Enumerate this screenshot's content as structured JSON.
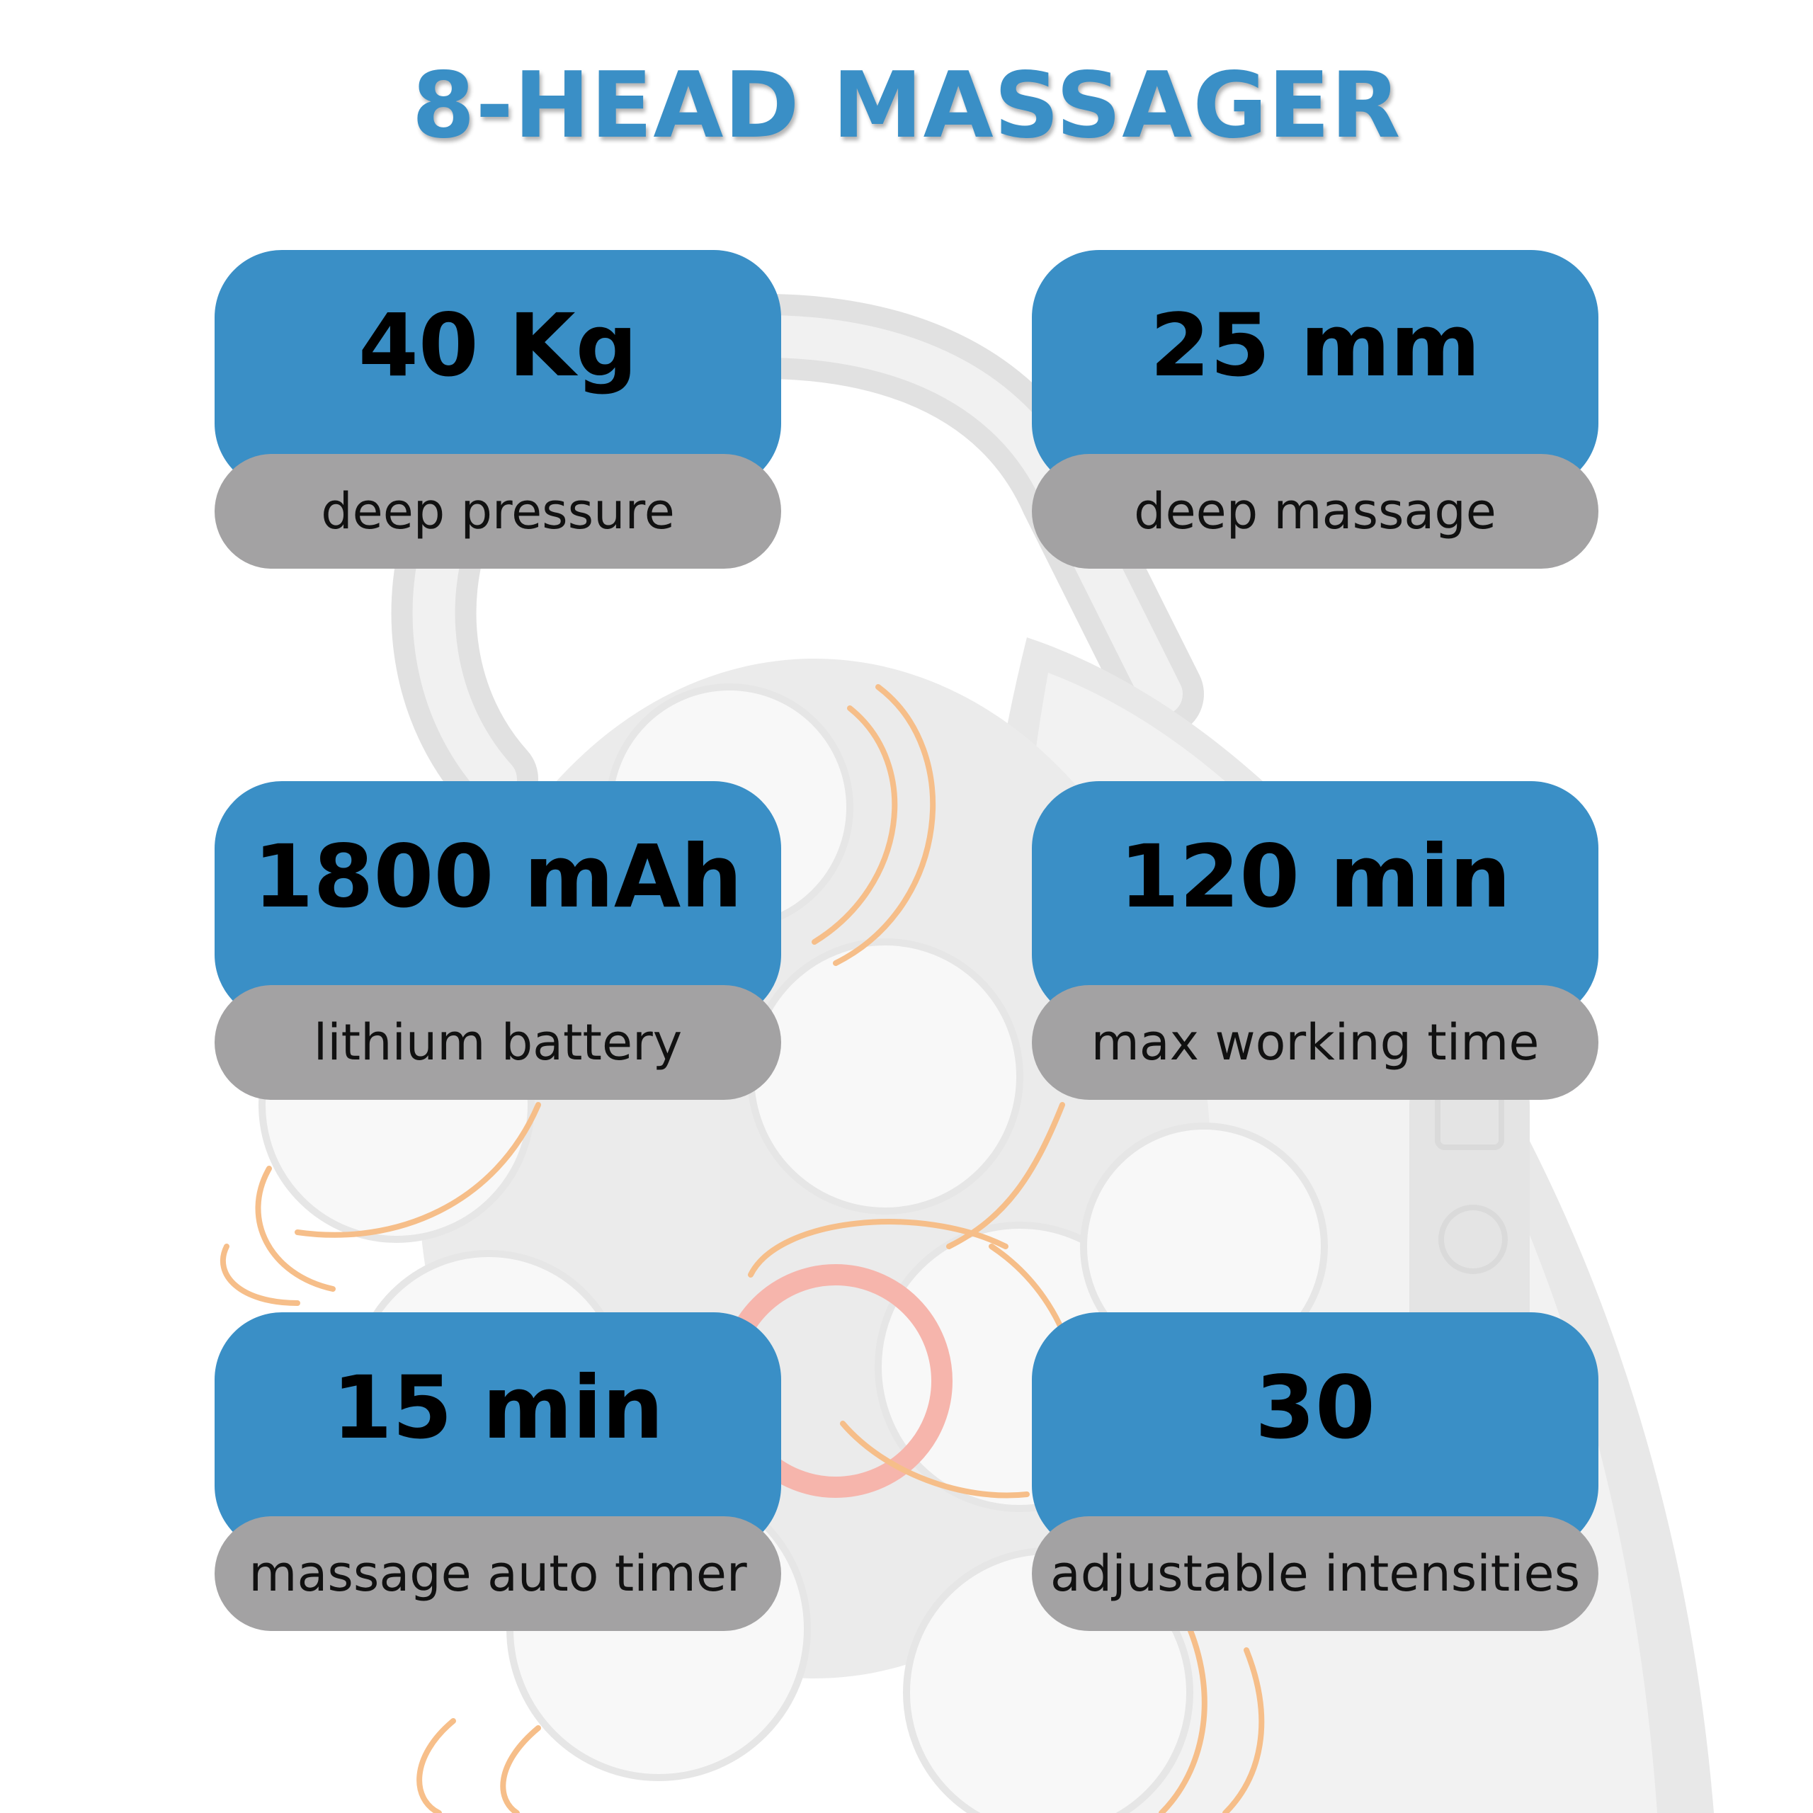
{
  "title": "8-HEAD MASSAGER",
  "colors": {
    "title": "#3a8fc6",
    "value_box": "#3a8fc6",
    "label_box": "#a3a2a3",
    "accent_waves": "#f08a2a",
    "background": "#ffffff"
  },
  "specs": [
    {
      "value": "40 Kg",
      "label": "deep pressure"
    },
    {
      "value": "25 mm",
      "label": "deep massage"
    },
    {
      "value": "1800 mAh",
      "label": "lithium battery"
    },
    {
      "value": "120 min",
      "label": "max working time"
    },
    {
      "value": "15 min",
      "label": "massage auto timer"
    },
    {
      "value": "30",
      "label": "adjustable intensities"
    }
  ]
}
